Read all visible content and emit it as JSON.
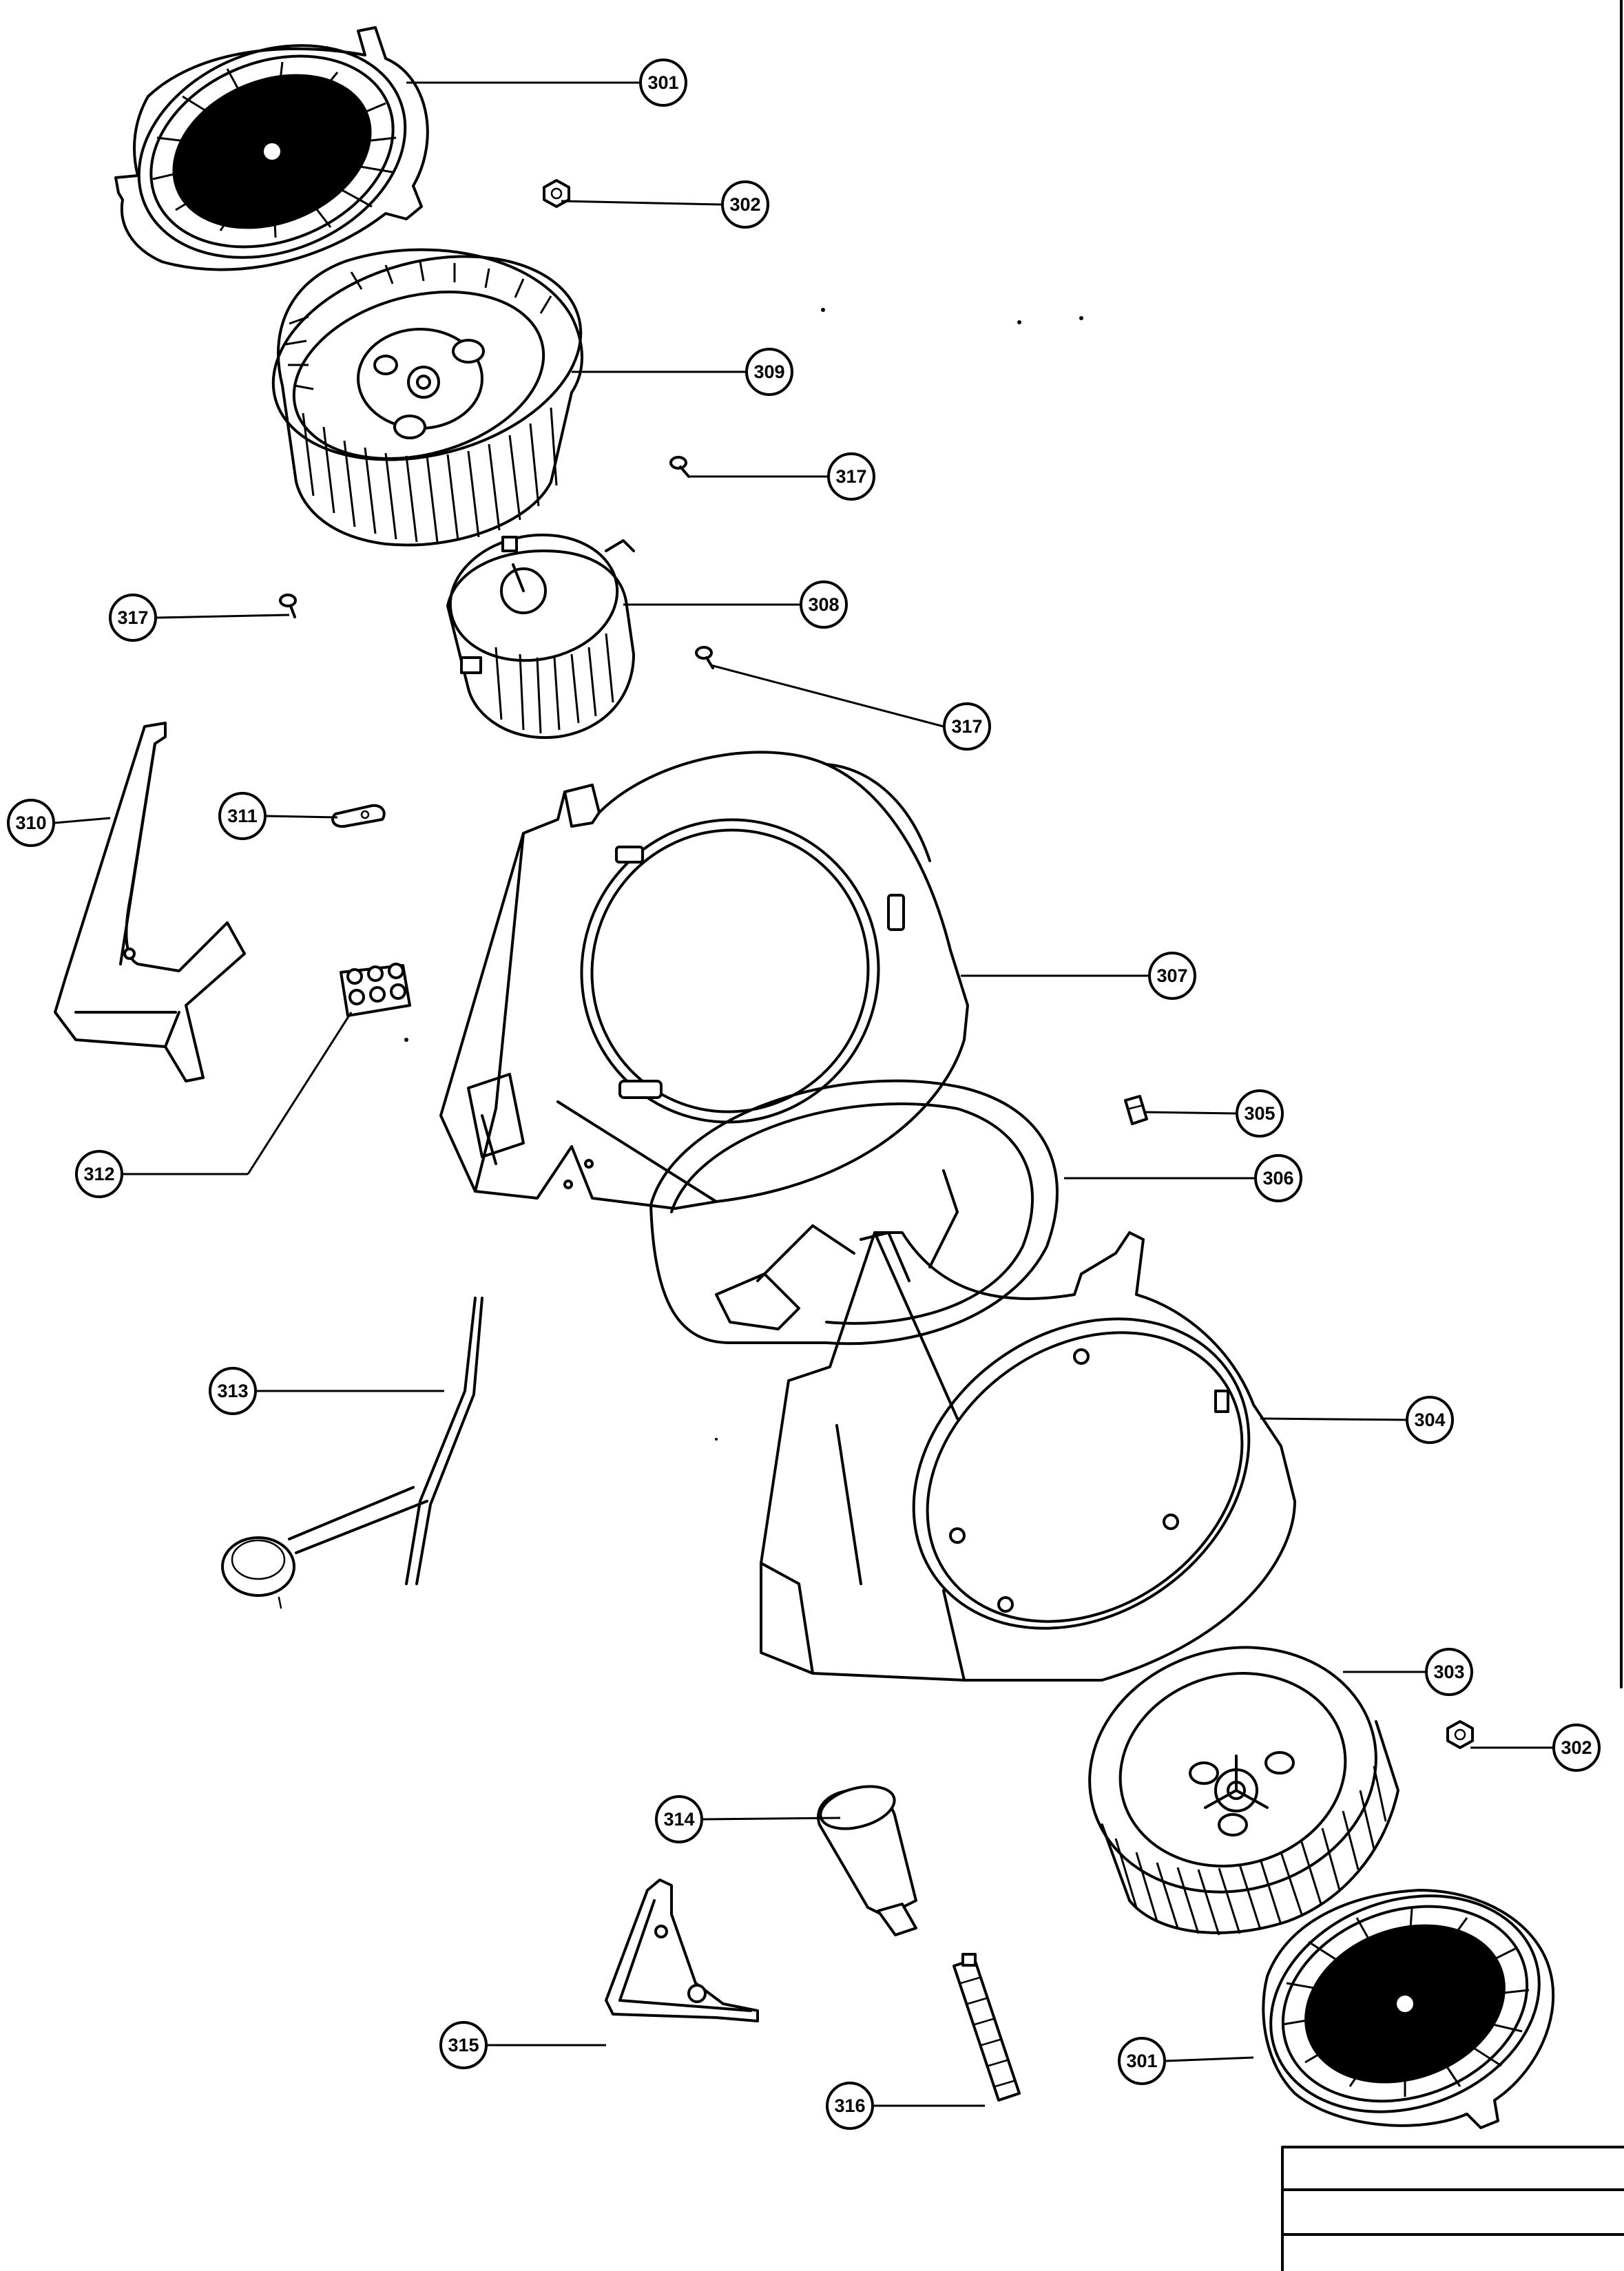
{
  "callouts": [
    {
      "id": "c301a",
      "label": "301"
    },
    {
      "id": "c302a",
      "label": "302"
    },
    {
      "id": "c309",
      "label": "309"
    },
    {
      "id": "c317a",
      "label": "317"
    },
    {
      "id": "c317b",
      "label": "317"
    },
    {
      "id": "c308",
      "label": "308"
    },
    {
      "id": "c317c",
      "label": "317"
    },
    {
      "id": "c310",
      "label": "310"
    },
    {
      "id": "c311",
      "label": "311"
    },
    {
      "id": "c307",
      "label": "307"
    },
    {
      "id": "c305",
      "label": "305"
    },
    {
      "id": "c312",
      "label": "312"
    },
    {
      "id": "c306",
      "label": "306"
    },
    {
      "id": "c313",
      "label": "313"
    },
    {
      "id": "c304",
      "label": "304"
    },
    {
      "id": "c303",
      "label": "303"
    },
    {
      "id": "c302b",
      "label": "302"
    },
    {
      "id": "c314",
      "label": "314"
    },
    {
      "id": "c315",
      "label": "315"
    },
    {
      "id": "c301b",
      "label": "301"
    },
    {
      "id": "c316",
      "label": "316"
    }
  ]
}
